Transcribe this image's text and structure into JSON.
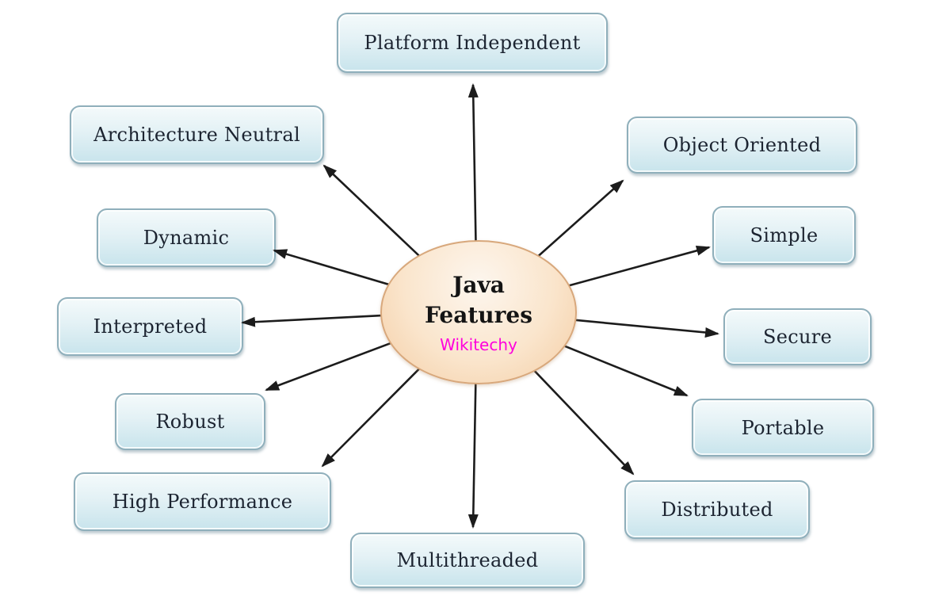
{
  "diagram": {
    "title": "Java Features",
    "center": {
      "line1": "Java",
      "line2": "Features",
      "watermark": "Wikitechy"
    },
    "nodes": [
      {
        "label": "Platform Independent"
      },
      {
        "label": "Architecture Neutral"
      },
      {
        "label": "Dynamic"
      },
      {
        "label": "Interpreted"
      },
      {
        "label": "Robust"
      },
      {
        "label": "High Performance"
      },
      {
        "label": "Multithreaded"
      },
      {
        "label": "Distributed"
      },
      {
        "label": "Portable"
      },
      {
        "label": "Secure"
      },
      {
        "label": "Simple"
      },
      {
        "label": "Object Oriented"
      }
    ],
    "colors": {
      "box_fill_top": "#f4fafb",
      "box_fill_bottom": "#c8e4ec",
      "box_border": "#8fafbb",
      "box_text": "#1c2431",
      "ellipse_fill_top": "#fdf6ee",
      "ellipse_fill_bottom": "#f4cda4",
      "ellipse_border": "#d8a87c",
      "arrow": "#1c1c1c",
      "watermark": "#ff00dd",
      "background": "#ffffff"
    }
  }
}
